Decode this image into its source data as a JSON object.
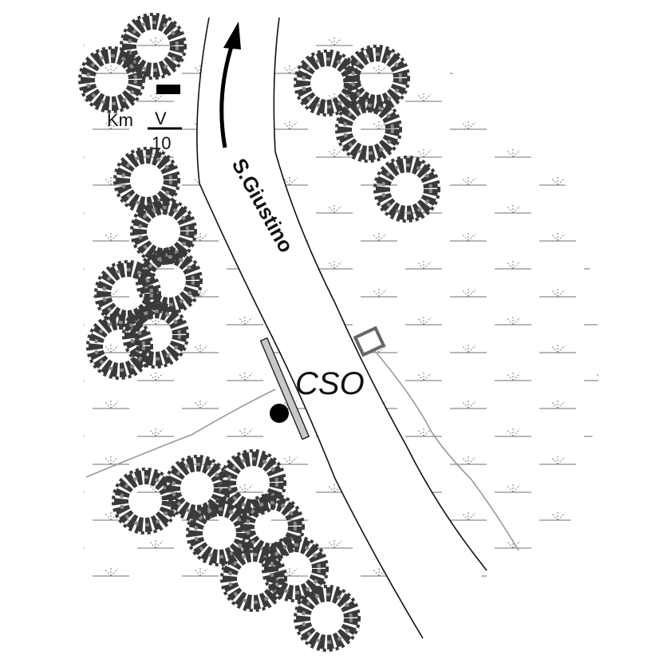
{
  "map": {
    "river_name": "S.Giustino",
    "site_label": "CSO",
    "flow_direction": "north",
    "scale": {
      "unit_label": "Km",
      "numerator": "V",
      "denominator": "10"
    },
    "colors": {
      "ink": "#111111",
      "tree_fill": "#3a3a3a",
      "tree_leaf": "#8a8a8a",
      "marsh": "#8c8c8c",
      "bar": "#c8c8c8",
      "tributary": "#999999"
    }
  }
}
